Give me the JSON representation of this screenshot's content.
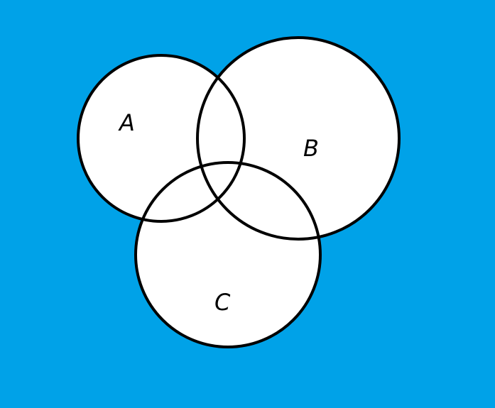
{
  "background_color": "#00a2e8",
  "circle_fill": "#ffffff",
  "circle_stroke": "#000000",
  "sets": [
    {
      "label": "A"
    },
    {
      "label": "B"
    },
    {
      "label": "C"
    }
  ]
}
